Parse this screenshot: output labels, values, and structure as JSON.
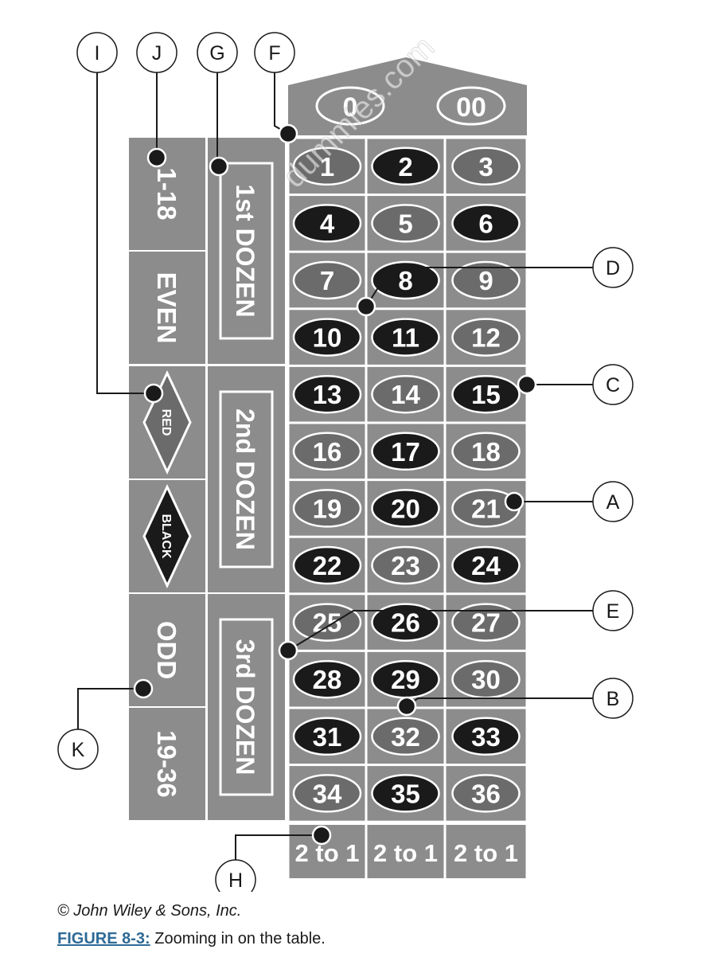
{
  "zero_labels": [
    "0",
    "00"
  ],
  "numbers": [
    {
      "n": "1",
      "color": "red"
    },
    {
      "n": "2",
      "color": "black"
    },
    {
      "n": "3",
      "color": "red"
    },
    {
      "n": "4",
      "color": "black"
    },
    {
      "n": "5",
      "color": "red"
    },
    {
      "n": "6",
      "color": "black"
    },
    {
      "n": "7",
      "color": "red"
    },
    {
      "n": "8",
      "color": "black"
    },
    {
      "n": "9",
      "color": "red"
    },
    {
      "n": "10",
      "color": "black"
    },
    {
      "n": "11",
      "color": "black"
    },
    {
      "n": "12",
      "color": "red"
    },
    {
      "n": "13",
      "color": "black"
    },
    {
      "n": "14",
      "color": "red"
    },
    {
      "n": "15",
      "color": "black"
    },
    {
      "n": "16",
      "color": "red"
    },
    {
      "n": "17",
      "color": "black"
    },
    {
      "n": "18",
      "color": "red"
    },
    {
      "n": "19",
      "color": "red"
    },
    {
      "n": "20",
      "color": "black"
    },
    {
      "n": "21",
      "color": "red"
    },
    {
      "n": "22",
      "color": "black"
    },
    {
      "n": "23",
      "color": "red"
    },
    {
      "n": "24",
      "color": "black"
    },
    {
      "n": "25",
      "color": "red"
    },
    {
      "n": "26",
      "color": "black"
    },
    {
      "n": "27",
      "color": "red"
    },
    {
      "n": "28",
      "color": "black"
    },
    {
      "n": "29",
      "color": "black"
    },
    {
      "n": "30",
      "color": "red"
    },
    {
      "n": "31",
      "color": "black"
    },
    {
      "n": "32",
      "color": "red"
    },
    {
      "n": "33",
      "color": "black"
    },
    {
      "n": "34",
      "color": "red"
    },
    {
      "n": "35",
      "color": "black"
    },
    {
      "n": "36",
      "color": "red"
    }
  ],
  "column_bets": [
    "2 to 1",
    "2 to 1",
    "2 to 1"
  ],
  "dozens": [
    "1st DOZEN",
    "2nd DOZEN",
    "3rd DOZEN"
  ],
  "even_money": {
    "low": "1-18",
    "even": "EVEN",
    "red": "RED",
    "black": "BLACK",
    "odd": "ODD",
    "high": "19-36"
  },
  "callouts": [
    "A",
    "B",
    "C",
    "D",
    "E",
    "F",
    "G",
    "H",
    "I",
    "J",
    "K"
  ],
  "watermark": "dummies.com",
  "credit": "© John Wiley & Sons, Inc.",
  "figure_label": "FIGURE 8-3:",
  "figure_caption": " Zooming in on the table.",
  "colors": {
    "felt": "#8c8c8c",
    "red_pocket": "#6b6b6b",
    "black_pocket": "#1a1a1a",
    "line": "#ffffff",
    "ink": "#1a1a1a"
  }
}
